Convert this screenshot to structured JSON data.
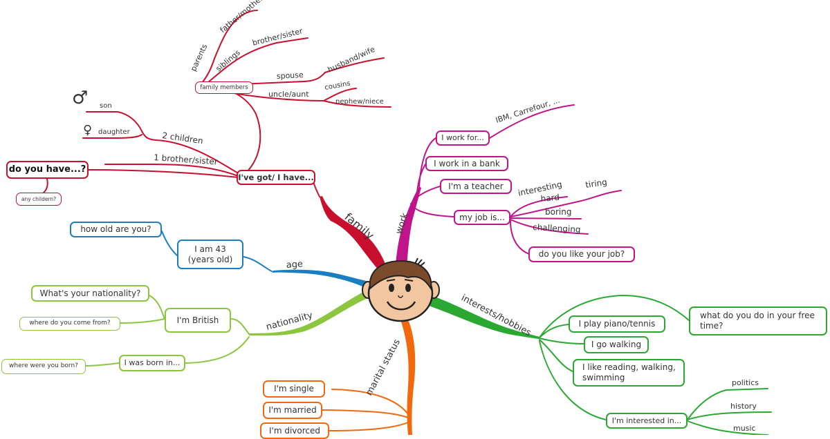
{
  "center": {
    "icon": "boy-face-icon"
  },
  "branches": {
    "family": "family",
    "work": "work",
    "age": "age",
    "nationality": "nationality",
    "marital": "marital status",
    "interests": "interests/hobbies"
  },
  "family": {
    "main_box": "I've got/ I have...",
    "question_box": "do you have...?",
    "question_sub": "any childern?",
    "family_members_box": "family members",
    "parents": "parents",
    "father_mother": "father/mother",
    "siblings": "siblings",
    "brother_sister": "brother/sister",
    "spouse": "spouse",
    "husband_wife": "husband/wife",
    "uncle_aunt": "uncle/aunt",
    "cousins": "cousins",
    "nephew_niece": "nephew/niece",
    "two_children": "2 children",
    "son": "son",
    "daughter": "daughter",
    "one_brother": "1 brother/sister",
    "male_symbol": "♂",
    "female_symbol": "♀"
  },
  "work": {
    "work_for": "I work for...",
    "companies": "IBM, Carrefour, ...",
    "bank": "I work in a bank",
    "teacher": "I'm a teacher",
    "job_is": "my job is...",
    "adjectives": [
      "interesting",
      "hard",
      "tiring",
      "boring",
      "challenging"
    ],
    "like_job": "do you like your job?"
  },
  "age": {
    "question": "how old are you?",
    "answer_line1": "I am 43",
    "answer_line2": "(years old)"
  },
  "nationality": {
    "question": "What's your nationality?",
    "come_from": "where do you come from?",
    "british": "I'm British",
    "born_in": "I was born in...",
    "where_born": "where were you born?"
  },
  "marital": {
    "items": [
      "I'm single",
      "I'm married",
      "I'm divorced"
    ]
  },
  "interests": {
    "question_line1": "what do you do in your free",
    "question_line2": "time?",
    "piano": "I play piano/tennis",
    "walking": "I go walking",
    "reading_line1": "I like reading, walking,",
    "reading_line2": "swimming",
    "interested": "I'm interested in...",
    "topics": [
      "politics",
      "history",
      "music"
    ]
  },
  "colors": {
    "family": "#c8102e",
    "work": "#c0148a",
    "age": "#1a7fc1",
    "nationality": "#8cc63f",
    "marital": "#f2690d",
    "interests": "#2aa832"
  }
}
